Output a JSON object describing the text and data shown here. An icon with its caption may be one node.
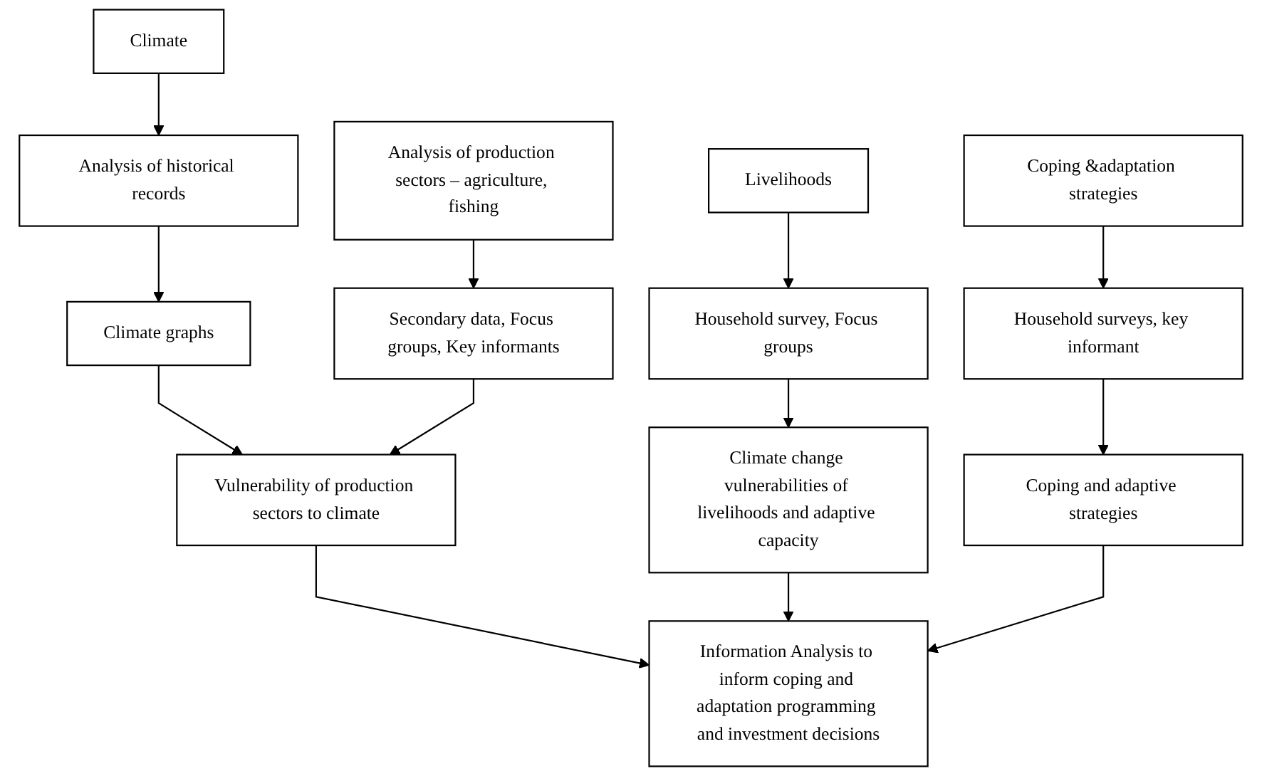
{
  "diagram": {
    "nodes": [
      {
        "text": [
          "Climate"
        ]
      },
      {
        "text": [
          "Analysis of production sectors – agriculture, fishing"
        ]
      },
      {
        "text": [
          "Livelihoods"
        ]
      },
      {
        "text": [
          "Coping &adaptation strategies"
        ]
      },
      {
        "text": [
          "Analysis of historical records"
        ]
      },
      {
        "text": [
          "Secondary data, Focus groups, Key informants"
        ]
      },
      {
        "text": [
          "Household survey, Focus groups"
        ]
      },
      {
        "text": [
          "Household surveys, key informant"
        ]
      },
      {
        "text": [
          "Climate graphs"
        ]
      },
      {
        "text": [
          "Vulnerability of production sectors to climate"
        ]
      },
      {
        "text": [
          "Climate change vulnerabilities of livelihoods and adaptive capacity"
        ]
      },
      {
        "text": [
          "Coping and adaptive strategies"
        ]
      },
      {
        "text": [
          "Information Analysis to inform coping and adaptation programming and investment decisions"
        ]
      }
    ],
    "edges": [
      {
        "from": 0,
        "to": 4,
        "arrow": "to"
      },
      {
        "from": 4,
        "to": 8,
        "arrow": "to"
      },
      {
        "from": 8,
        "to": 9,
        "arrow": "to"
      },
      {
        "from": 1,
        "to": 5,
        "arrow": "to"
      },
      {
        "from": 5,
        "to": 9,
        "arrow": "to"
      },
      {
        "from": 9,
        "to": 12,
        "arrow": "to"
      },
      {
        "from": 2,
        "to": 6,
        "arrow": "to"
      },
      {
        "from": 6,
        "to": 10,
        "arrow": "to"
      },
      {
        "from": 10,
        "to": 12,
        "arrow": "to"
      },
      {
        "from": 3,
        "to": 7,
        "arrow": "to"
      },
      {
        "from": 7,
        "to": 11,
        "arrow": "to"
      },
      {
        "from": 11,
        "to": 12,
        "arrow": "to"
      }
    ]
  }
}
